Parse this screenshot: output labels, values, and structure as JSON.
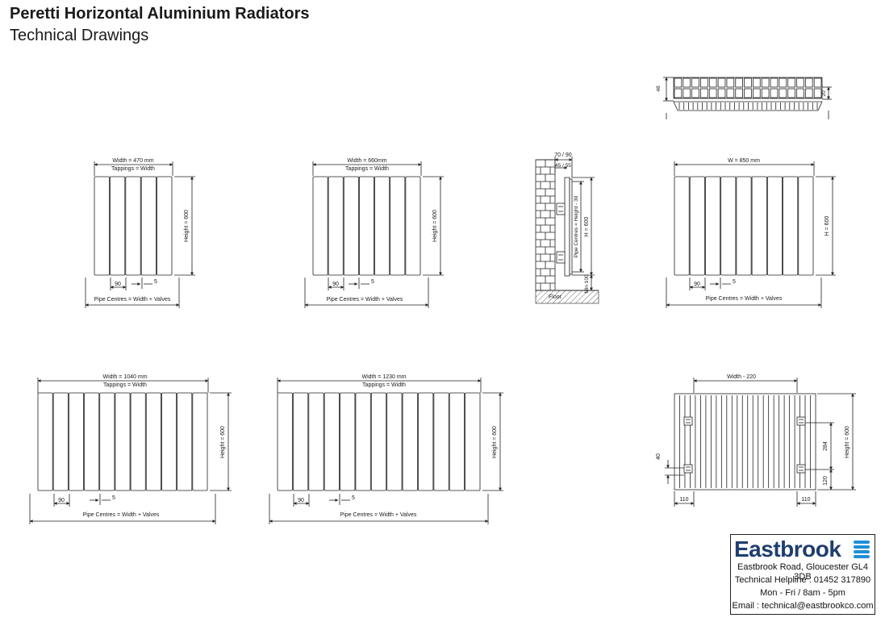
{
  "header": {
    "title": "Peretti Horizontal Aluminium Radiators",
    "subtitle": "Technical Drawings"
  },
  "drawings": {
    "r470": {
      "width": "Width = 470 mm",
      "tappings": "Tappings = Width",
      "height": "Height = 600",
      "d90": "90",
      "d5": "5",
      "pipe": "Pipe Centres = Width + Valves"
    },
    "r660": {
      "width": "Width = 660mm",
      "tappings": "Tappings = Width",
      "height": "Height = 600",
      "d90": "90",
      "d5": "5",
      "pipe": "Pipe Centres = Width + Valves"
    },
    "side": {
      "depth": "70 / 90",
      "bracket": "45 / 55",
      "pipe_height": "Pipe Centres = Height - 30",
      "h": "H = 600",
      "min": "Min 100",
      "floor": "Floor"
    },
    "r850": {
      "width": "W = 850 mm",
      "height": "H = 600",
      "d90": "90",
      "d5": "5",
      "pipe": "Pipe Centres = Width + Valves"
    },
    "top": {
      "d48": "48",
      "d20": "20"
    },
    "r1040": {
      "width": "Width = 1040 mm",
      "tappings": "Tappings = Width",
      "height": "Height = 600",
      "d90": "90",
      "d5": "5",
      "pipe": "Pipe Centres = Width + Valves"
    },
    "r1230": {
      "width": "Width = 1230 mm",
      "tappings": "Tappings = Width",
      "height": "Height = 600",
      "d90": "90",
      "d5": "5",
      "pipe": "Pipe Centres = Width + Valves"
    },
    "rear": {
      "width": "Width - 220",
      "height": "Height = 600",
      "d284": "284",
      "d120": "120",
      "d40": "40",
      "d110l": "110",
      "d110r": "110"
    }
  },
  "company": {
    "name": "Eastbrook",
    "address": "Eastbrook Road, Gloucester GL4 3DB",
    "helpline": "Technical Helpline : 01452 317890",
    "hours": "Mon - Fri / 8am - 5pm",
    "email": "Email : technical@eastbrookco.com",
    "brand_color": "#1f3e6e",
    "icon_color": "#1f8fd6"
  }
}
